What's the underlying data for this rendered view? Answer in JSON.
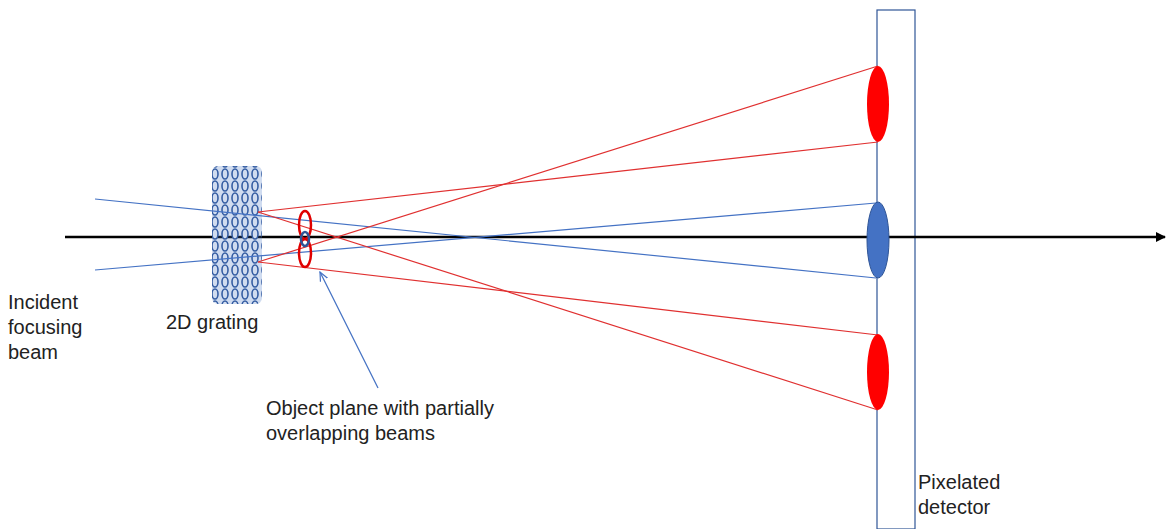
{
  "diagram": {
    "labels": [
      "Incident focusing beam",
      "2D grating",
      "Object plane with partially overlapping beams",
      "Pixelated detector"
    ]
  }
}
